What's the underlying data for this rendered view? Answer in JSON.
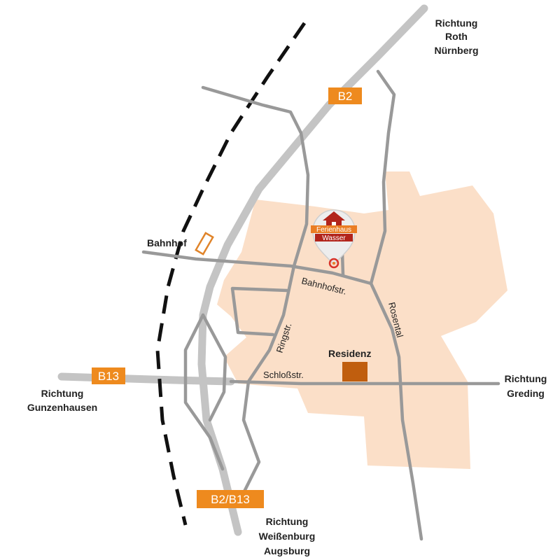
{
  "colors": {
    "town_area": "#fbdfc8",
    "road": "#999999",
    "highway": "#c4c4c4",
    "railway": "#111111",
    "shield": "#ee8a1e",
    "residenz": "#c05e0e",
    "pin_red": "#b2241b",
    "pin_orange": "#ea7d24"
  },
  "directions": {
    "north_east": {
      "line1": "Richtung",
      "line2": "Roth",
      "line3": "Nürnberg"
    },
    "east": {
      "line1": "Richtung",
      "line2": "Greding"
    },
    "west": {
      "line1": "Richtung",
      "line2": "Gunzenhausen"
    },
    "south": {
      "line1": "Richtung",
      "line2": "Weißenburg",
      "line3": "Augsburg"
    }
  },
  "places": {
    "bahnhof": "Bahnhof",
    "residenz": "Residenz"
  },
  "streets": {
    "bahnhofstr": "Bahnhofstr.",
    "ringstr": "Ringstr.",
    "schlossstr": "Schloßstr.",
    "rosental": "Rosental"
  },
  "shields": {
    "b2": "B2",
    "b13": "B13",
    "b2_b13": "B2/B13"
  },
  "pin": {
    "line1": "Ferienhaus",
    "line2": "Wasser",
    "icon": "house-icon"
  }
}
